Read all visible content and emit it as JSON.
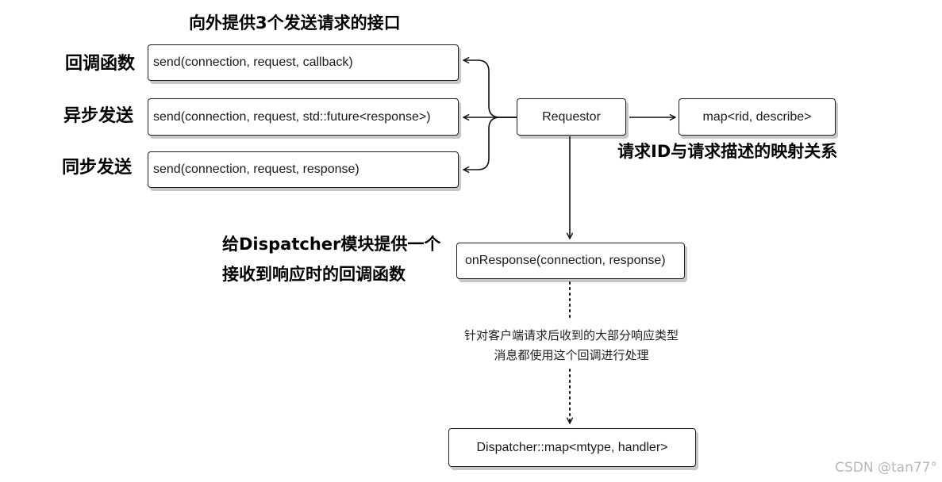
{
  "title": "向外提供3个发送请求的接口",
  "interfaces": [
    {
      "label": "回调函数",
      "signature": "send(connection,  request,  callback)"
    },
    {
      "label": "异步发送",
      "signature": "send(connection,  request, std::future<response>)"
    },
    {
      "label": "同步发送",
      "signature": "send(connection,  request, response)"
    }
  ],
  "requestor": {
    "label": "Requestor"
  },
  "map_box": {
    "label": "map<rid,  describe>"
  },
  "map_caption": "请求ID与请求描述的映射关系",
  "dispatcher_callback": {
    "caption_line1": "给Dispatcher模块提供一个",
    "caption_line2": "接收到响应时的回调函数",
    "signature": "onResponse(connection, response)"
  },
  "note": {
    "line1": "针对客户端请求后收到的大部分响应类型",
    "line2": "消息都使用这个回调进行处理"
  },
  "dispatcher_map": {
    "label": "Dispatcher::map<mtype, handler>"
  },
  "watermark": "CSDN @tan77°"
}
